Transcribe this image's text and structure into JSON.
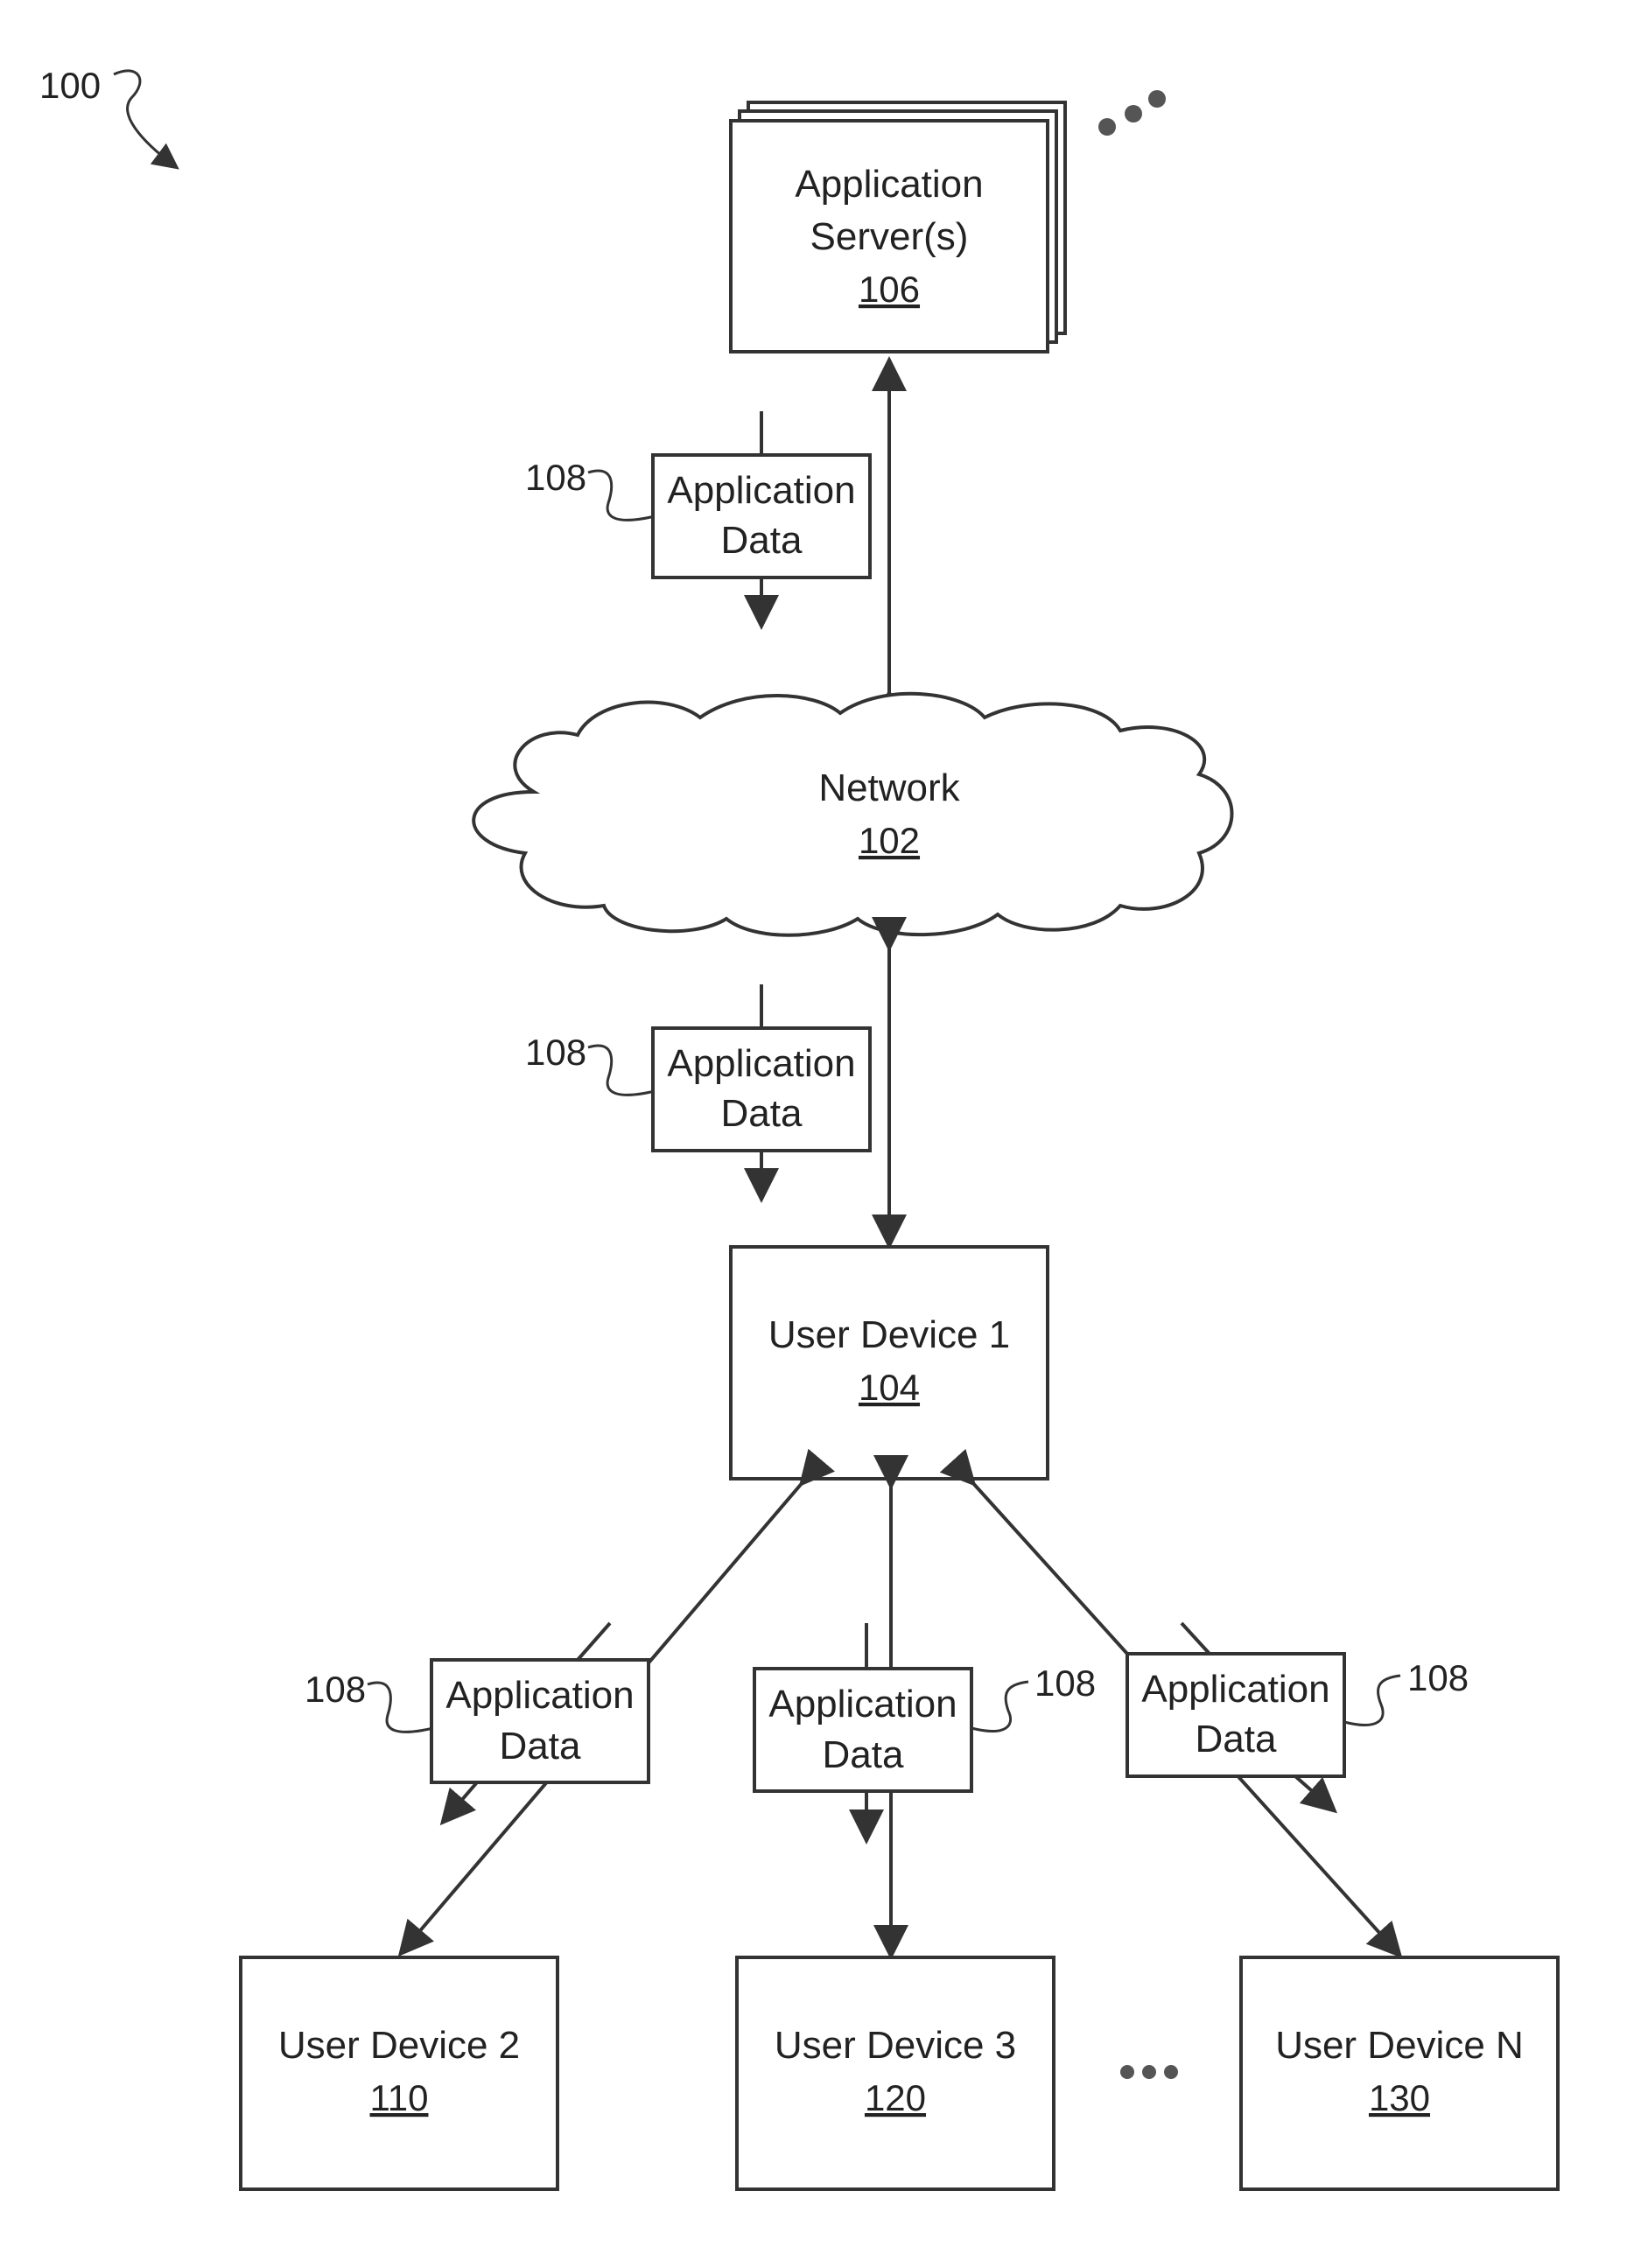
{
  "figure_ref": "100",
  "app_server": {
    "line1": "Application",
    "line2": "Server(s)",
    "num": "106"
  },
  "network": {
    "label": "Network",
    "num": "102"
  },
  "device1": {
    "label": "User Device 1",
    "num": "104"
  },
  "device2": {
    "label": "User Device 2",
    "num": "110"
  },
  "device3": {
    "label": "User Device 3",
    "num": "120"
  },
  "deviceN": {
    "label": "User Device N",
    "num": "130"
  },
  "app_data": {
    "line1": "Application",
    "line2": "Data",
    "ref": "108"
  }
}
